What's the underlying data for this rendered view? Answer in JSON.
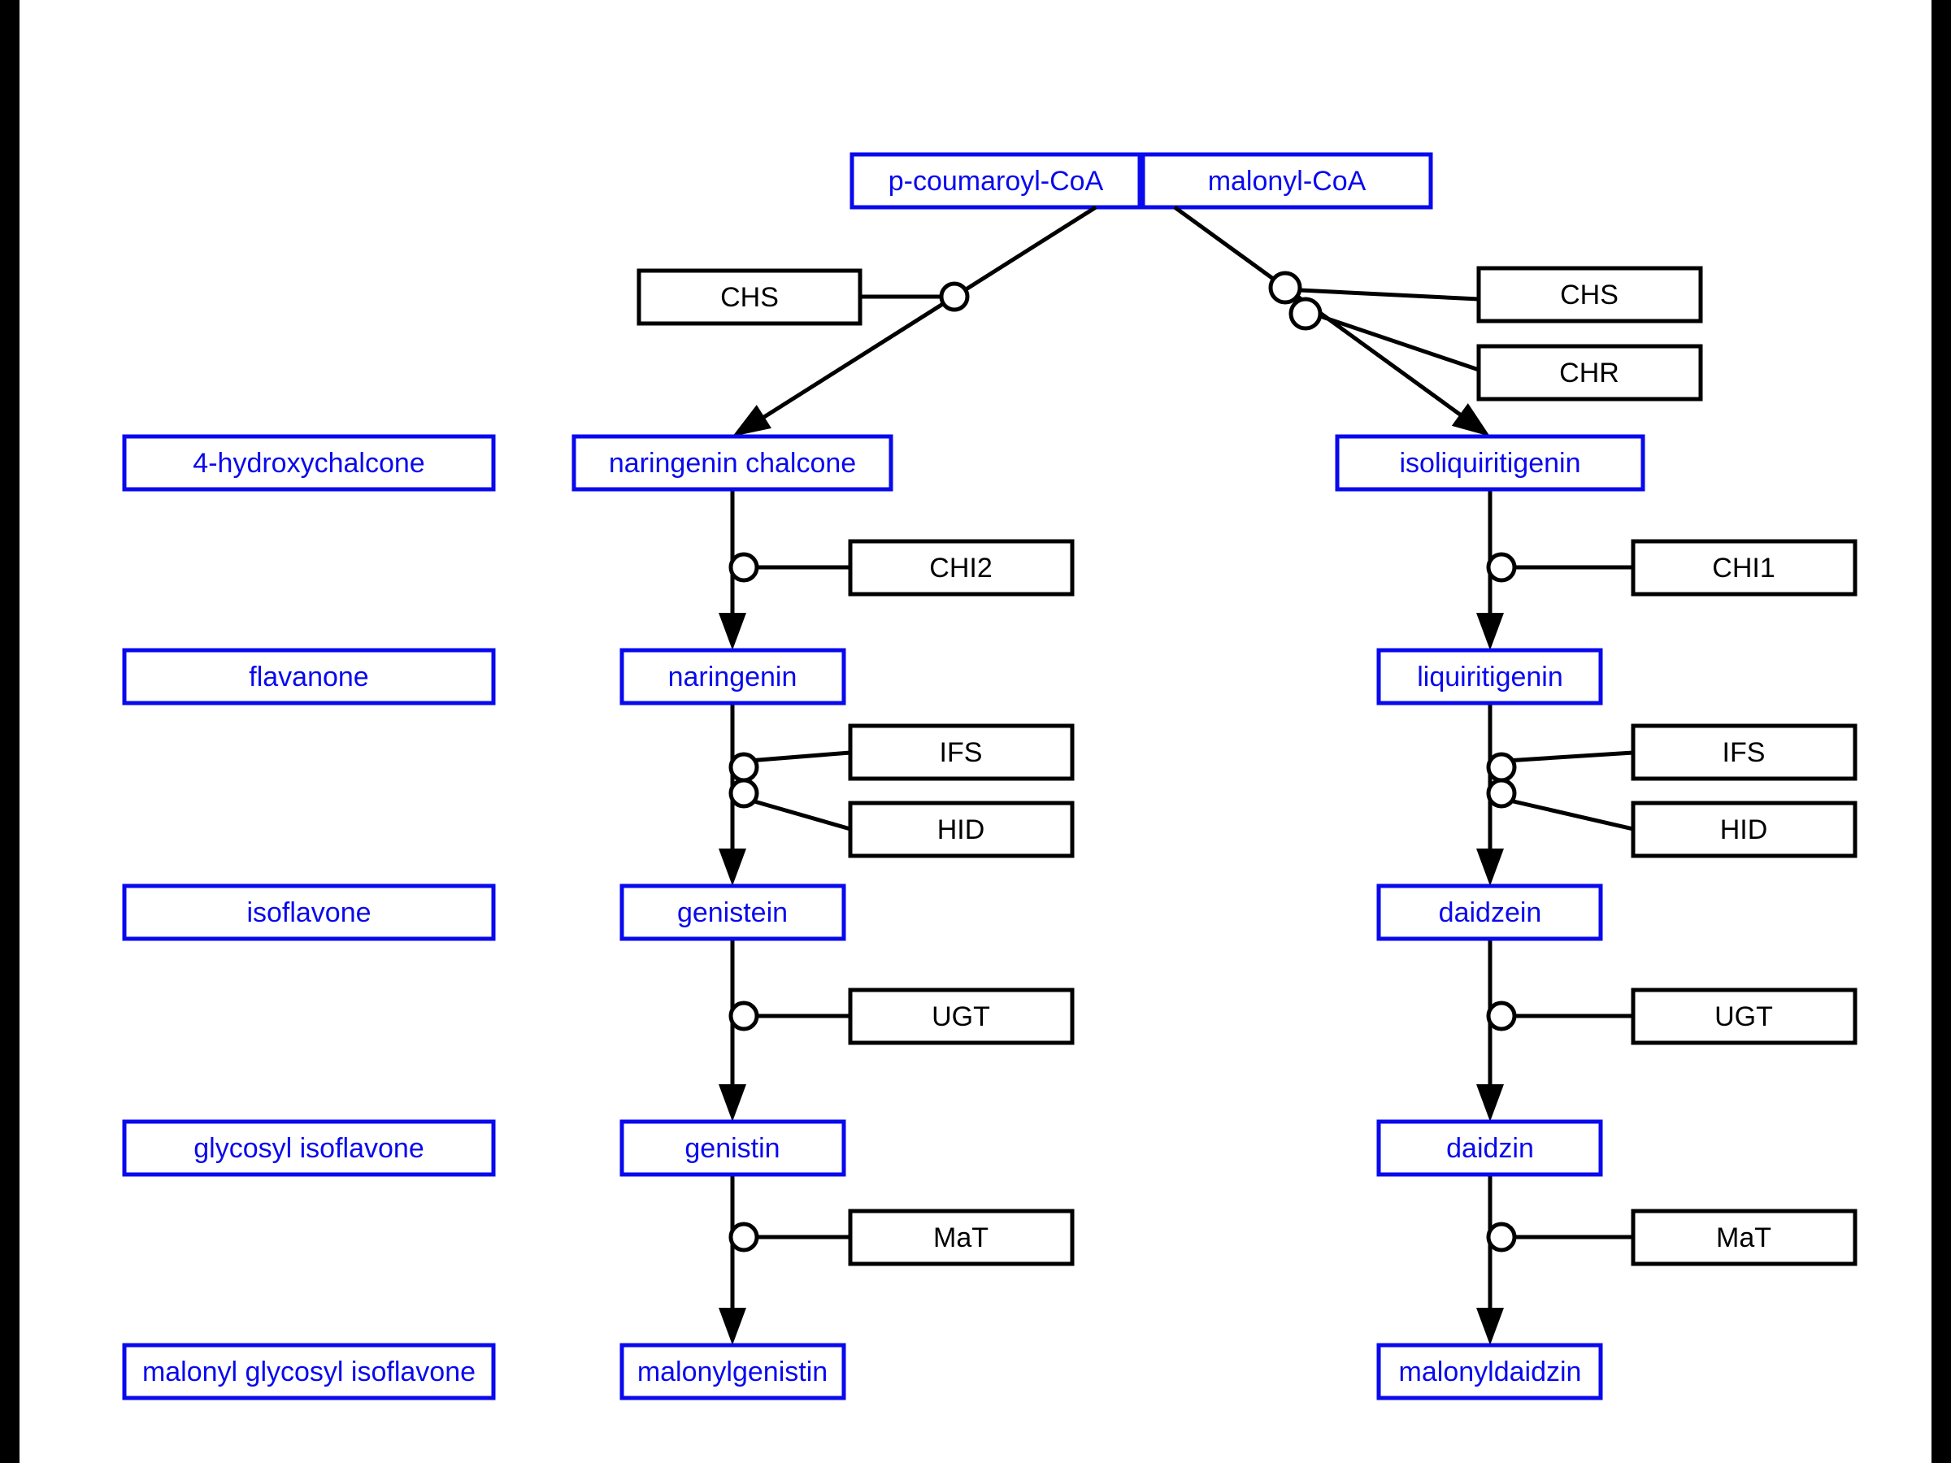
{
  "colors": {
    "metabolite_blue": "#0909ee",
    "enzyme_black": "#000000",
    "line": "#000000",
    "background": "#ffffff",
    "edge_bar": "#000000"
  },
  "substrates": {
    "p_coumaroyl_coa": "p-coumaroyl-CoA",
    "malonyl_coa": "malonyl-CoA"
  },
  "left_labels": [
    "4-hydroxychalcone",
    "flavanone",
    "isoflavone",
    "glycosyl isoflavone",
    "malonyl glycosyl isoflavone"
  ],
  "middle_branch": [
    "naringenin chalcone",
    "naringenin",
    "genistein",
    "genistin",
    "malonylgenistin"
  ],
  "right_branch": [
    "isoliquiritigenin",
    "liquiritigenin",
    "daidzein",
    "daidzin",
    "malonyldaidzin"
  ],
  "enzymes": {
    "chs_left": "CHS",
    "chs_right": "CHS",
    "chr_right": "CHR",
    "chi2": "CHI2",
    "chi1": "CHI1",
    "ifs_middle": "IFS",
    "hid_middle": "HID",
    "ifs_right": "IFS",
    "hid_right": "HID",
    "ugt_middle": "UGT",
    "ugt_right": "UGT",
    "mat_middle": "MaT",
    "mat_right": "MaT"
  }
}
